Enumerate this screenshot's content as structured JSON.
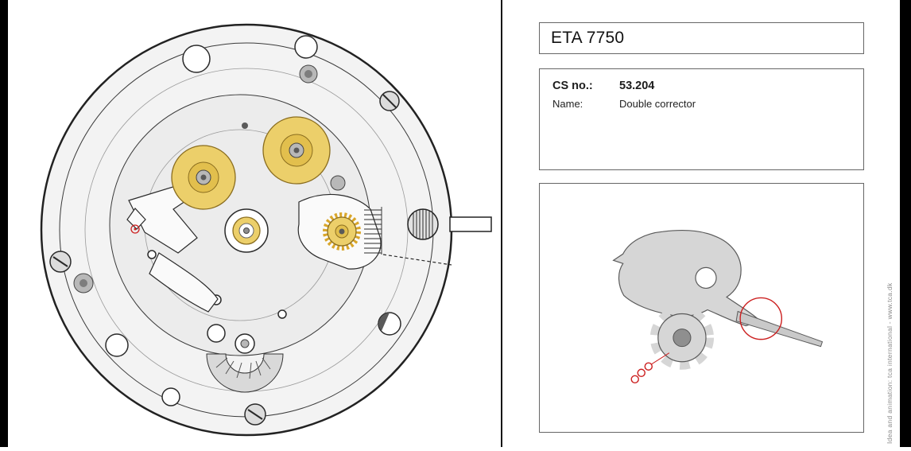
{
  "header": {
    "title": "ETA 7750"
  },
  "part_info": {
    "cs_label": "CS no.:",
    "cs_value": "53.204",
    "name_label": "Name:",
    "name_value": "Double corrector"
  },
  "credit": "Idea and animation: tca international - www.tca.dk",
  "colors": {
    "gold": "#eccf6a",
    "gold-dark": "#d9a62a",
    "plate": "#f3f3f3",
    "plate2": "#ececec",
    "outline": "#222222",
    "steel": "#b8b8b8",
    "red": "#cc2020",
    "part-gray": "#d6d6d6",
    "part-dark": "#8f8f8f",
    "box-border": "#666666",
    "bar-black": "#000000"
  }
}
